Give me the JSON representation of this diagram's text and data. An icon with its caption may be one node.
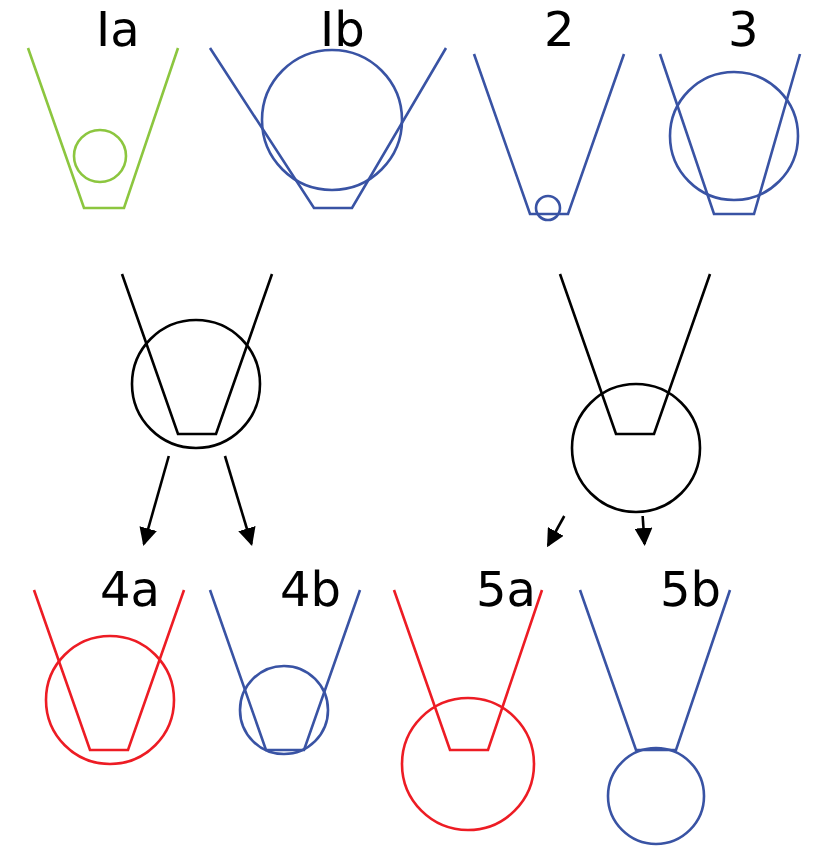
{
  "diagram": {
    "nodes": [
      {
        "text": [
          "Ia"
        ]
      },
      {
        "text": [
          "Ib"
        ]
      },
      {
        "text": [
          "2"
        ]
      },
      {
        "text": [
          "3"
        ]
      },
      {
        "text": [],
        "shape": "circle"
      },
      {
        "text": [],
        "shape": "circle"
      },
      {
        "text": [
          "4a"
        ]
      },
      {
        "text": [
          "4b"
        ]
      },
      {
        "text": [
          "5a"
        ]
      },
      {
        "text": [
          "5b"
        ]
      }
    ],
    "edges": [
      {
        "from": 4,
        "to": 6,
        "arrow": "to"
      },
      {
        "from": 4,
        "to": 7,
        "arrow": "to"
      },
      {
        "from": 5,
        "to": 8,
        "arrow": "to"
      },
      {
        "from": 5,
        "to": 9,
        "arrow": "to"
      }
    ]
  }
}
